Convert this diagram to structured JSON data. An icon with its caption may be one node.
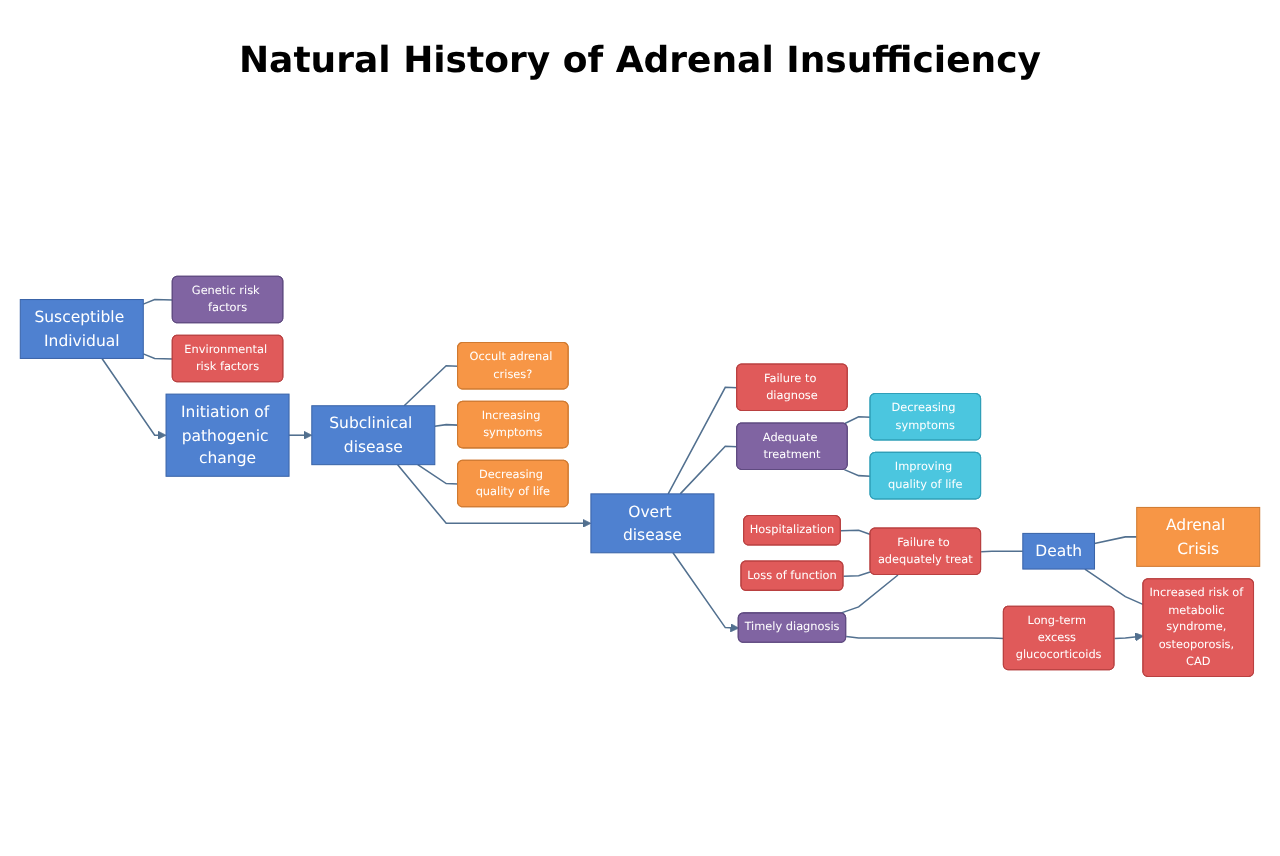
{
  "diagram": {
    "title": "Natural History of Adrenal Insufficiency",
    "nodes": [
      {
        "text": [
          "Susceptible Individual"
        ]
      },
      {
        "text": [
          "Genetic risk factors"
        ]
      },
      {
        "text": [
          "Environmental risk factors"
        ]
      },
      {
        "text": [
          "Initiation of pathogenic change"
        ]
      },
      {
        "text": [
          "Subclinical disease"
        ]
      },
      {
        "text": [
          "Occult adrenal crises?"
        ]
      },
      {
        "text": [
          "Increasing symptoms"
        ]
      },
      {
        "text": [
          "Decreasing quality of life"
        ]
      },
      {
        "text": [
          "Overt disease"
        ]
      },
      {
        "text": [
          "Failure to diagnose"
        ]
      },
      {
        "text": [
          "Adequate treatment"
        ]
      },
      {
        "text": [
          "Decreasing symptoms"
        ]
      },
      {
        "text": [
          "Improving quality of life"
        ]
      },
      {
        "text": [
          "Timely diagnosis"
        ]
      },
      {
        "text": [
          "Failure to adequately treat"
        ]
      },
      {
        "text": [
          "Loss of function"
        ]
      },
      {
        "text": [
          "Hospitalization"
        ]
      },
      {
        "text": [
          "Long-term excess glucocorticoids"
        ]
      },
      {
        "text": [
          "Death"
        ]
      },
      {
        "text": [
          "Adrenal Crisis"
        ]
      },
      {
        "text": [
          "Increased risk of metabolic syndrome, osteoporosis, CAD"
        ]
      }
    ],
    "edges": [
      {
        "from": 0,
        "to": 1,
        "arrow": "none"
      },
      {
        "from": 0,
        "to": 3,
        "arrow": "to"
      },
      {
        "from": 0,
        "to": 2,
        "arrow": "none"
      },
      {
        "from": 3,
        "to": 4,
        "arrow": "to"
      },
      {
        "from": 4,
        "to": 5,
        "arrow": "none"
      },
      {
        "from": 4,
        "to": 8,
        "arrow": "to"
      },
      {
        "from": 4,
        "to": 6,
        "arrow": "none"
      },
      {
        "from": 4,
        "to": 7,
        "arrow": "none"
      },
      {
        "from": 8,
        "to": 9,
        "arrow": "none"
      },
      {
        "from": 8,
        "to": 13,
        "arrow": "to"
      },
      {
        "from": 8,
        "to": 10,
        "arrow": "none"
      },
      {
        "from": 10,
        "to": 11,
        "arrow": "none"
      },
      {
        "from": 10,
        "to": 12,
        "arrow": "none"
      },
      {
        "from": 13,
        "to": 14,
        "arrow": "none"
      },
      {
        "from": 13,
        "to": 17,
        "arrow": "none"
      },
      {
        "from": 15,
        "to": 14,
        "arrow": "none"
      },
      {
        "from": 16,
        "to": 14,
        "arrow": "none"
      },
      {
        "from": 14,
        "to": 18,
        "arrow": "none"
      },
      {
        "from": 18,
        "to": 19,
        "arrow": "none"
      },
      {
        "from": 17,
        "to": 20,
        "arrow": "to"
      },
      {
        "from": 18,
        "to": 20,
        "arrow": "none"
      }
    ]
  }
}
